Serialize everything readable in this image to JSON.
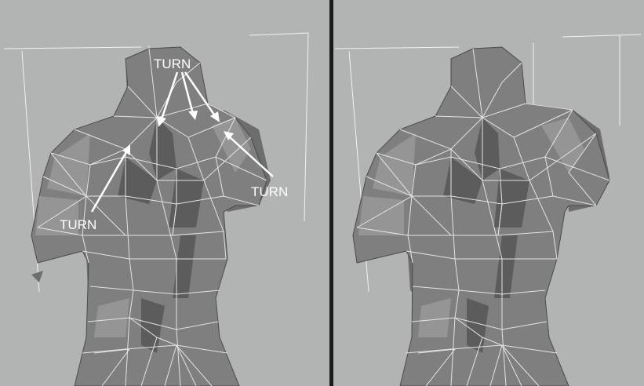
{
  "colors": {
    "viewport_bg": "#b2b3b3",
    "divider": "#1b1b1b",
    "mesh_fill": "#7f7f80",
    "mesh_edge": "#e4e4e4",
    "annotation": "#ffffff"
  },
  "left_viewport": {
    "annotations": [
      {
        "label": "TURN"
      },
      {
        "label": "TURN"
      },
      {
        "label": "TURN"
      }
    ]
  },
  "right_viewport": {}
}
